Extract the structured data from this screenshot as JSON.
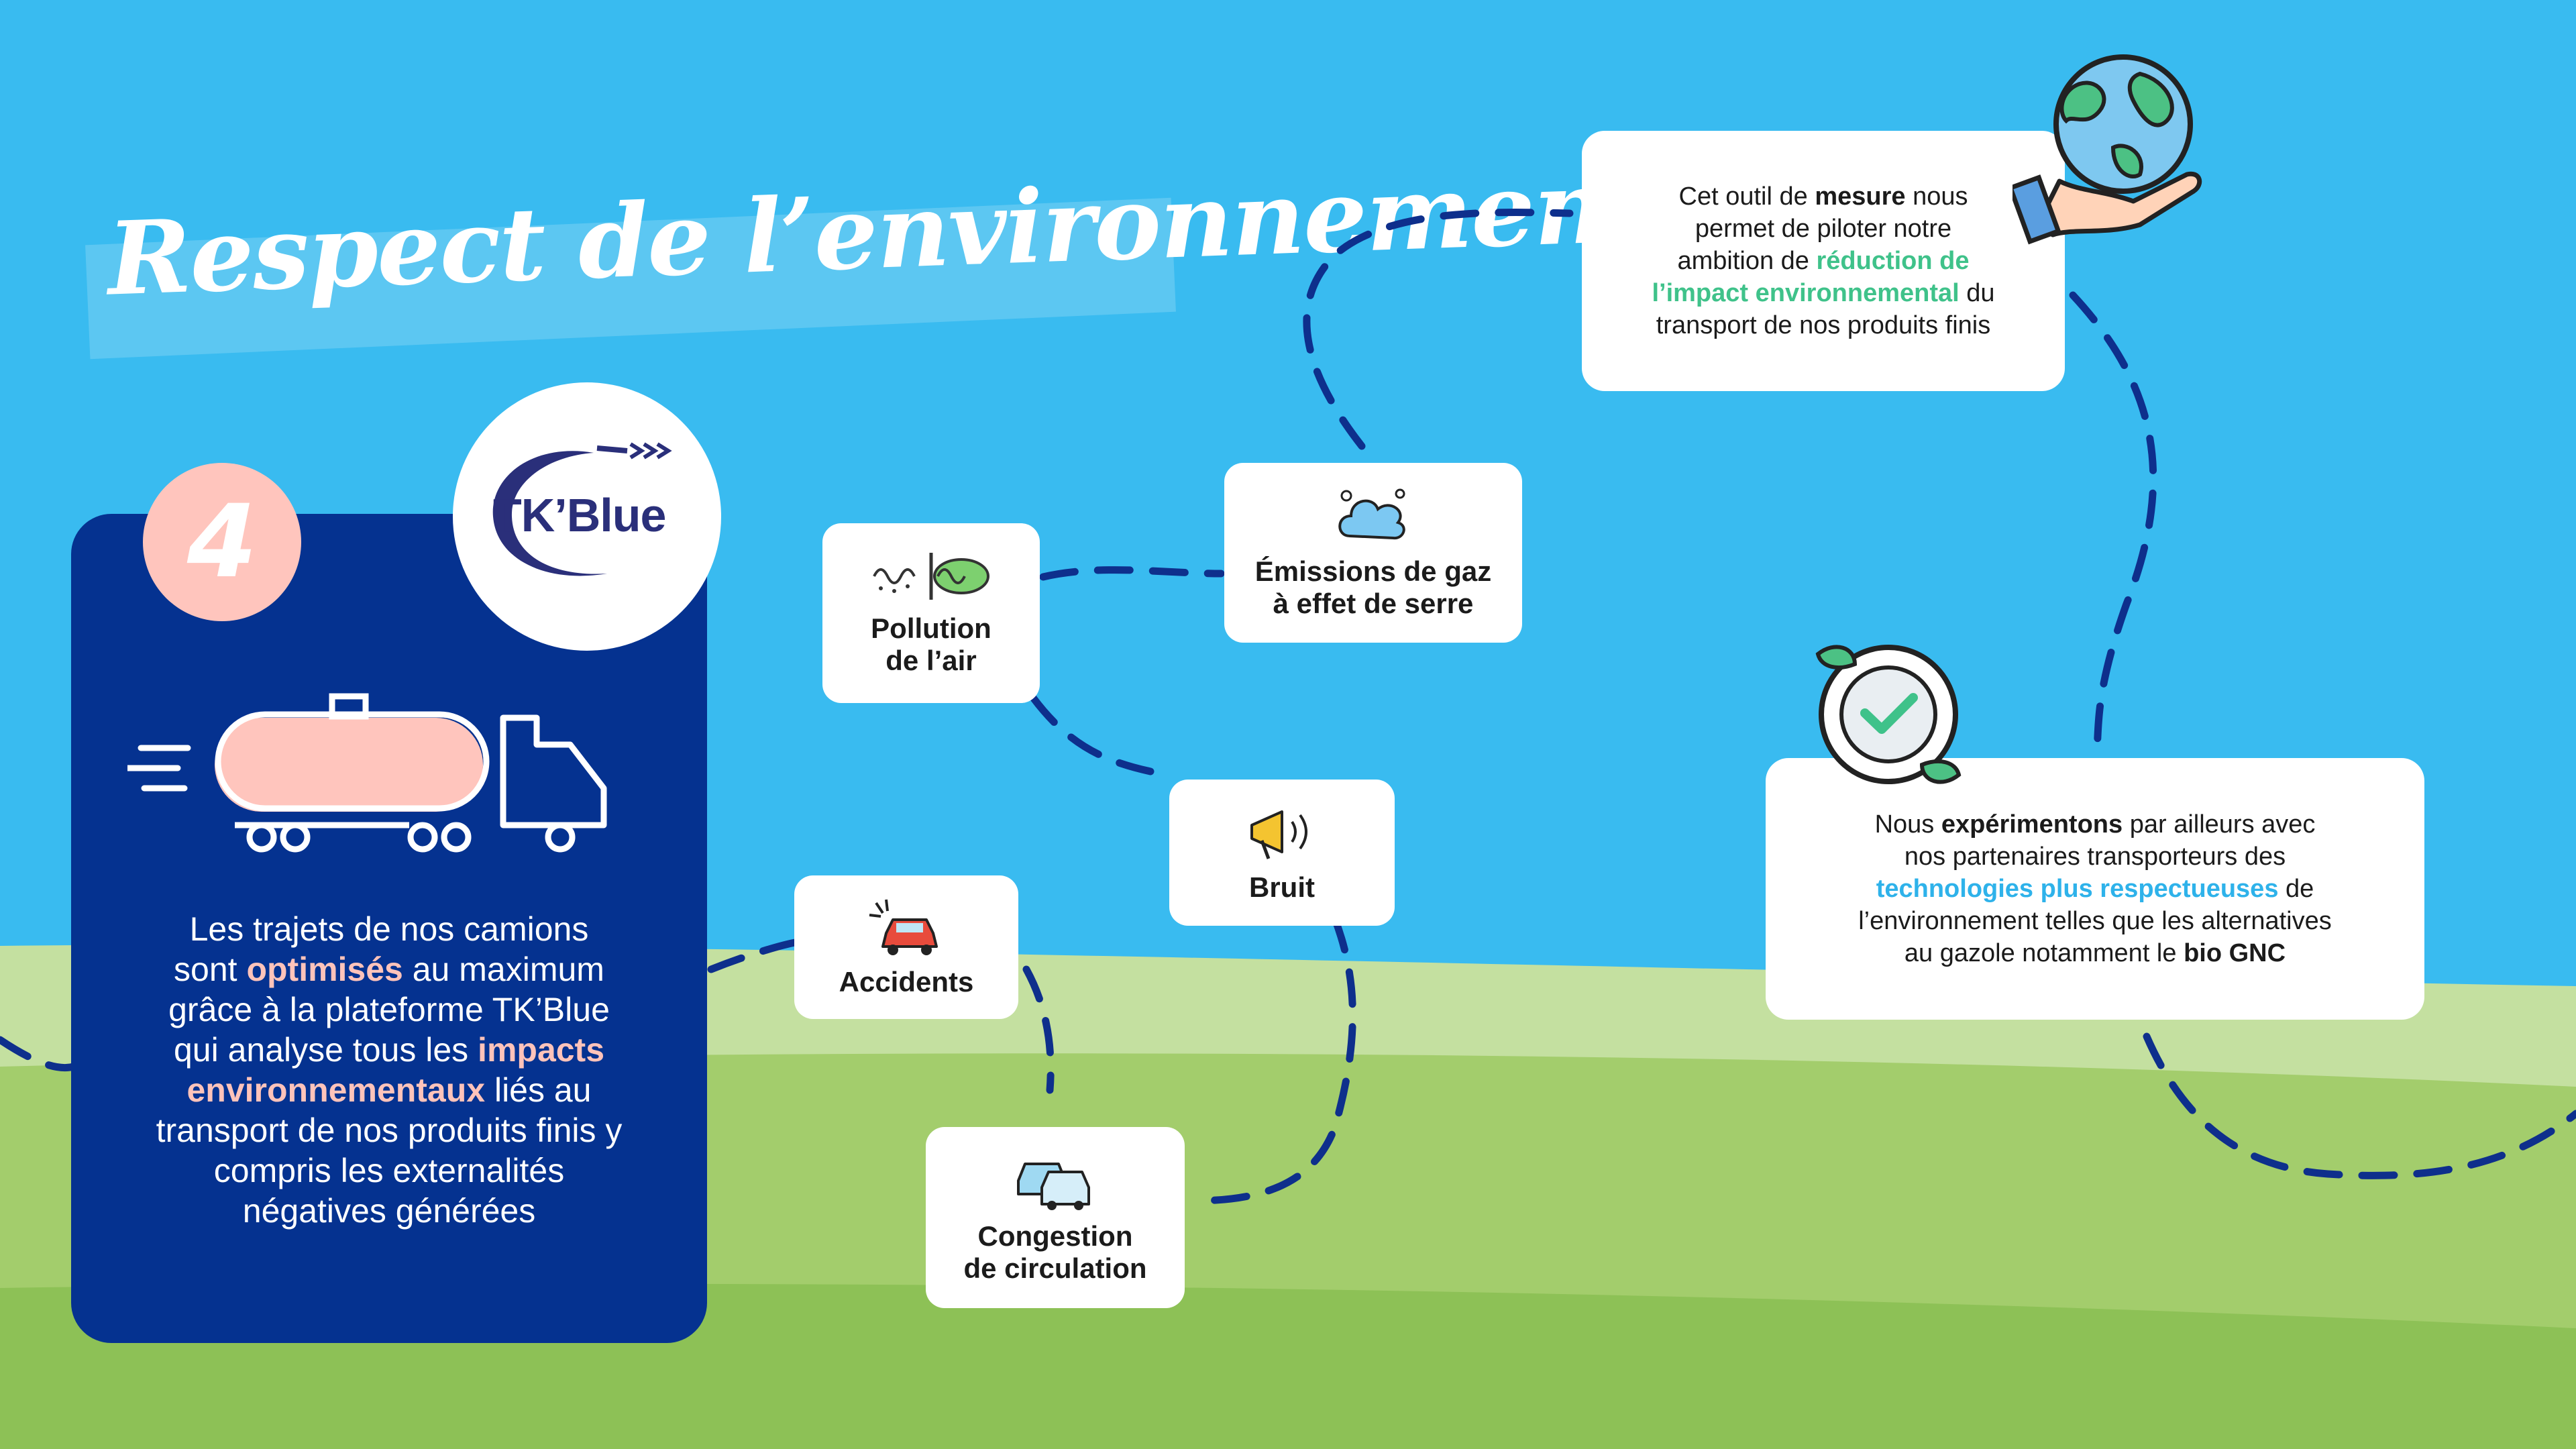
{
  "title": "Respect de l’environnement",
  "step_number": "4",
  "logo": {
    "text": "TK’Blue"
  },
  "panel": {
    "t1": "Les trajets de nos camions",
    "t2": "sont ",
    "t2b": "optimisés",
    "t2c": " au maximum",
    "t3": "grâce à la plateforme TK’Blue",
    "t4": "qui analyse tous les ",
    "t4b": "impacts",
    "t5b": "environnementaux",
    "t5c": " liés au",
    "t6": "transport de nos produits finis y",
    "t7": "compris les externalités",
    "t8": "négatives générées"
  },
  "nodes": {
    "pollution": "Pollution\nde l’air",
    "emissions": "Émissions de gaz\nà effet de serre",
    "bruit": "Bruit",
    "accidents": "Accidents",
    "congestion": "Congestion\nde circulation"
  },
  "info_top": {
    "l1a": "Cet outil de ",
    "l1b": "mesure",
    "l1c": " nous",
    "l2": "permet de piloter notre",
    "l3a": "ambition de ",
    "l3b": "réduction de",
    "l4a": "l’impact environnemental",
    "l4b": " du",
    "l5": "transport de nos produits finis"
  },
  "info_bottom": {
    "l1a": "Nous ",
    "l1b": "expérimentons",
    "l1c": " par ailleurs avec",
    "l2": "nos partenaires transporteurs des",
    "l3a": "technologies plus respectueuses",
    "l3b": " de",
    "l4": "l’environnement telles que les alternatives",
    "l5a": "au gazole notamment le ",
    "l5b": "bio GNC"
  },
  "icons": [
    "pollution-icon",
    "cloud-icon",
    "megaphone-icon",
    "car-crash-icon",
    "traffic-icon",
    "globe-hand-icon",
    "recycle-check-icon",
    "truck-tanker-icon"
  ],
  "colors": {
    "sky": "#39bbf0",
    "panel": "#053290",
    "pink": "#ffc3ba",
    "green": "#3fc28a",
    "accent_blue": "#2eb2ea",
    "path": "#0e2f8c"
  }
}
